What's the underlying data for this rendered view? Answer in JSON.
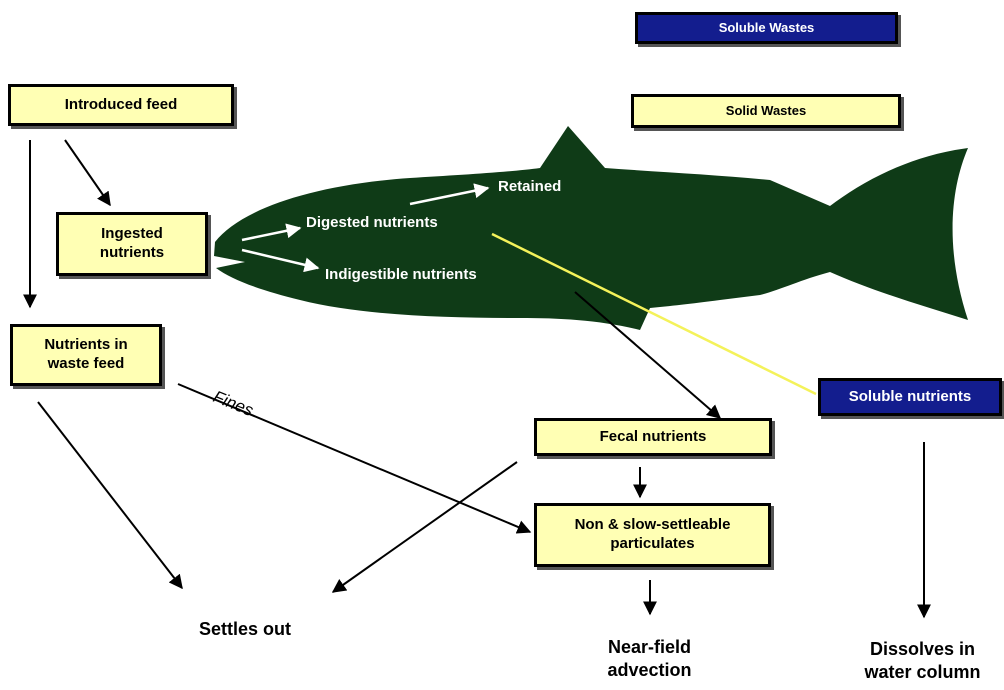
{
  "legend": {
    "soluble_wastes": "Soluble Wastes",
    "solid_wastes": "Solid Wastes"
  },
  "boxes": {
    "introduced_feed": "Introduced feed",
    "ingested_nutrients": "Ingested\nnutrients",
    "waste_feed_nutrients": "Nutrients in\nwaste feed",
    "fecal_nutrients": "Fecal nutrients",
    "particulates": "Non & slow-settleable\nparticulates",
    "soluble_nutrients": "Soluble nutrients"
  },
  "fish_labels": {
    "retained": "Retained",
    "digested": "Digested nutrients",
    "indigestible": "Indigestible nutrients"
  },
  "edge_labels": {
    "fines": "Fines"
  },
  "outcomes": {
    "settles_out": "Settles out",
    "near_field": "Near-field\nadvection",
    "dissolves": "Dissolves in\nwater column"
  },
  "colors": {
    "solid_box": "#ffffb4",
    "soluble_box": "#131d8e",
    "fish": "#0f3b17",
    "soluble_link": "#f4f25a"
  }
}
